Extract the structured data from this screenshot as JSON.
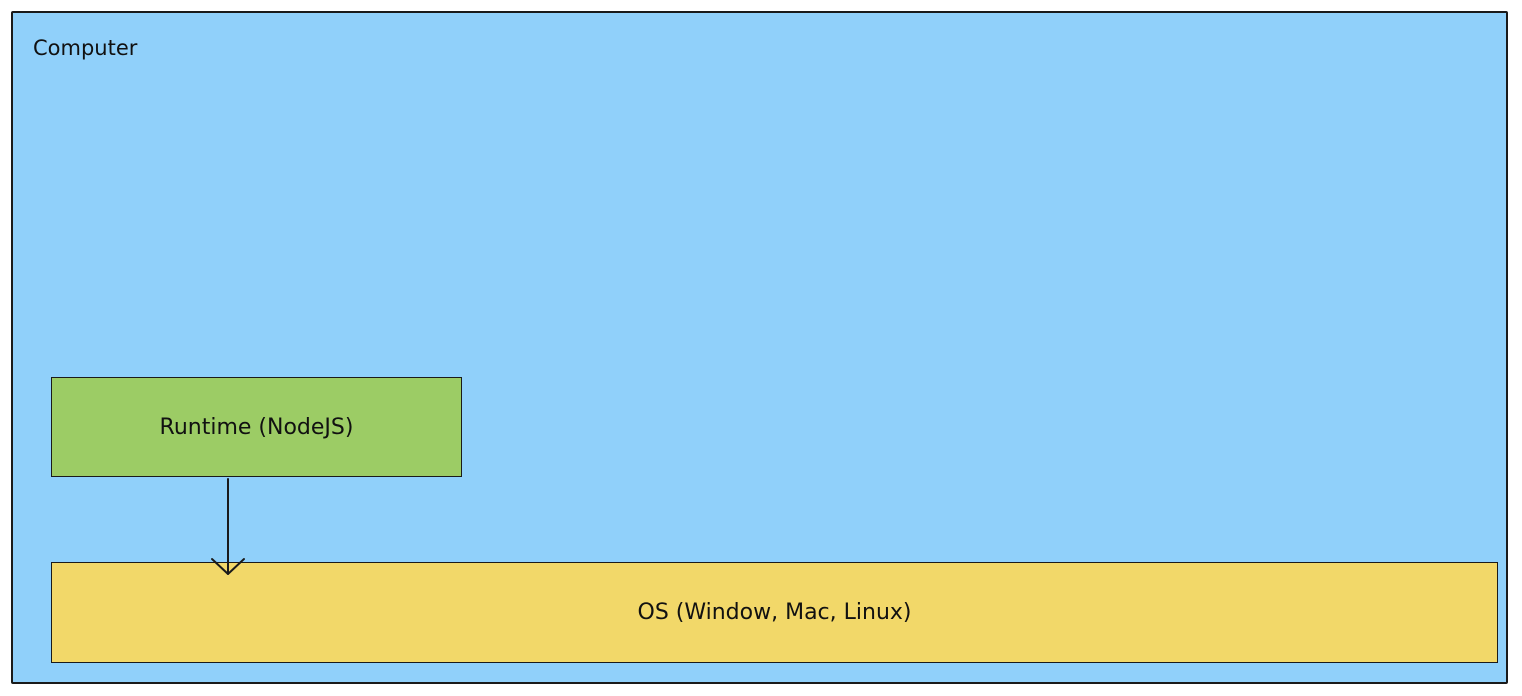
{
  "colors": {
    "computer_fill": "#90d0fa",
    "runtime_fill": "#9ccc65",
    "os_fill": "#f2d869",
    "stroke": "#1a1a1a"
  },
  "computer": {
    "label": "Computer"
  },
  "runtime": {
    "label": "Runtime (NodeJS)"
  },
  "os": {
    "label": "OS (Window, Mac, Linux)"
  },
  "arrow": {
    "from": "Runtime (NodeJS)",
    "to": "OS (Window, Mac, Linux)"
  }
}
